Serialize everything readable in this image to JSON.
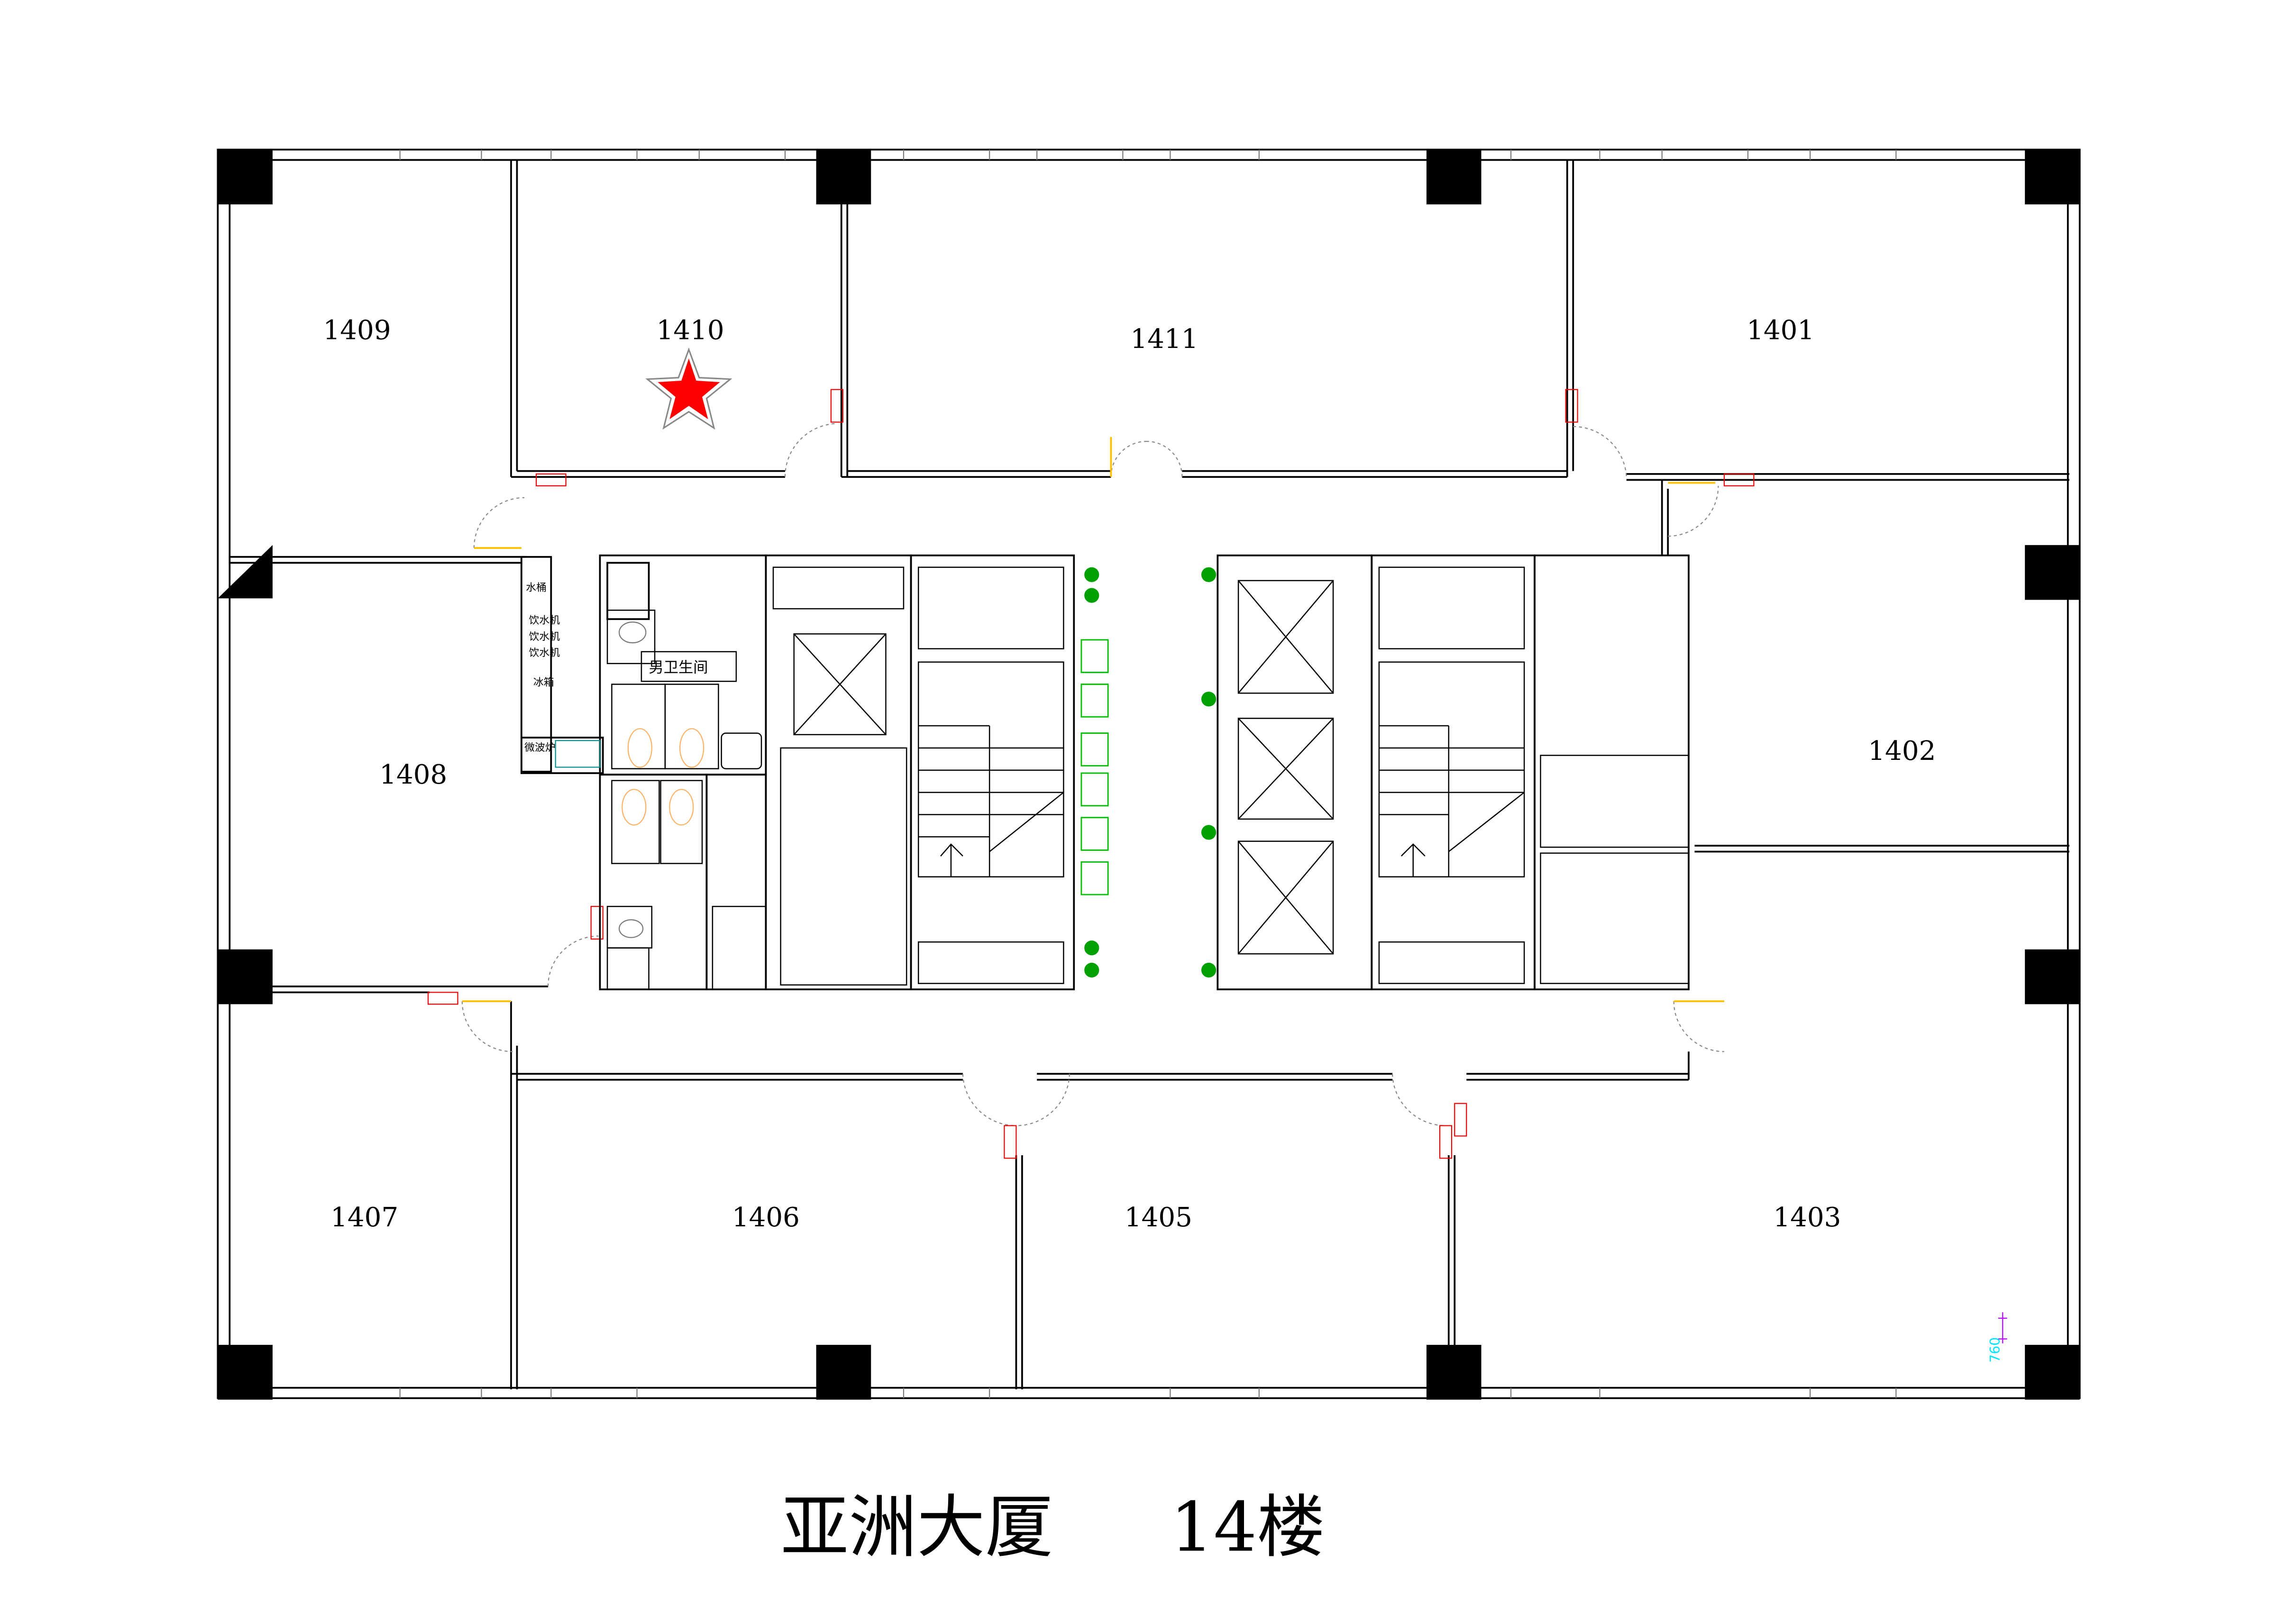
{
  "title": {
    "building": "亚洲大厦",
    "floor": "14楼"
  },
  "rooms": {
    "r1409": "1409",
    "r1410": "1410",
    "r1411": "1411",
    "r1401": "1401",
    "r1402": "1402",
    "r1408": "1408",
    "r1407": "1407",
    "r1406": "1406",
    "r1405": "1405",
    "r1403": "1403"
  },
  "fixtures": {
    "water_bucket": "水桶",
    "water_dispenser_1": "饮水机",
    "water_dispenser_2": "饮水机",
    "water_dispenser_3": "饮水机",
    "fridge": "冰箱",
    "microwave": "微波炉",
    "mens_restroom": "男卫生间"
  },
  "dimension": "760",
  "marker": {
    "icon": "star-icon",
    "room": "1410",
    "color": "#ff0000"
  },
  "colors": {
    "dimension_text": "#00e5ff",
    "dimension_line": "#b000ff",
    "door_leaf": "#ffc000",
    "plants": "#00a000"
  }
}
